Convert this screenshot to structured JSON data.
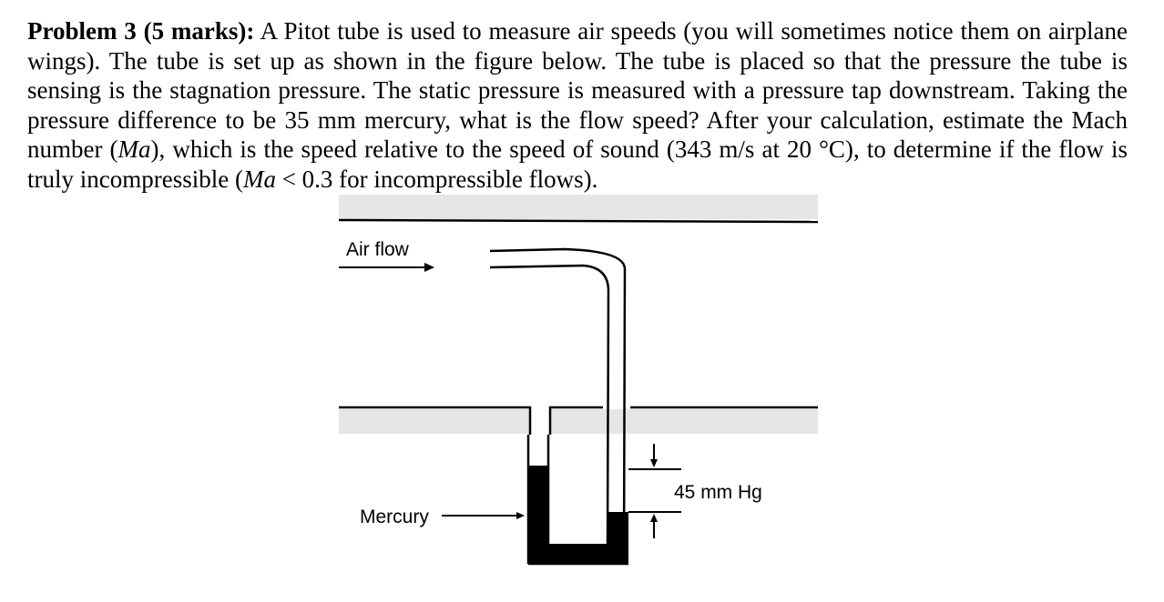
{
  "problem": {
    "heading": "Problem 3 (5 marks):",
    "text_1": " A Pitot tube is used to measure air speeds (you will sometimes notice them on airplane wings). The tube is set up as shown in the figure below. The tube is placed so that the pressure the tube is sensing is the stagnation pressure. The static pressure is measured with a pressure tap downstream. Taking the pressure difference to be 35 mm mercury, what is the flow speed? After your calculation, estimate the Mach number (",
    "ma_1": "Ma",
    "text_2": "), which is the speed relative to the speed of sound (343 m/s at 20 °C), to determine if the flow is truly incompressible (",
    "ma_2": "Ma",
    "text_3": " < 0.3 for incompressible flows)."
  },
  "figure": {
    "air_flow_label": "Air flow",
    "mercury_label": "Mercury",
    "height_label": "45 mm Hg",
    "colors": {
      "wall_fill": "#e6e6e6",
      "mercury": "#000000",
      "line": "#000000"
    }
  }
}
